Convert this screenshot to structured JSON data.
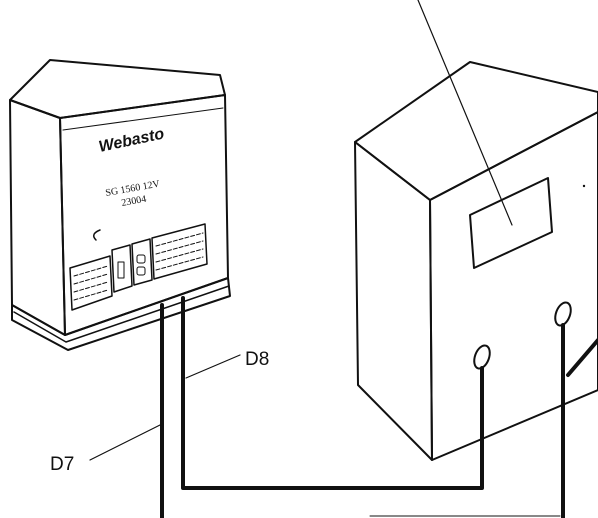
{
  "diagram": {
    "control_unit": {
      "brand": "Webasto",
      "model_line": "SG 1560 12V",
      "part_number": "23004"
    },
    "labels": {
      "d8": "D8",
      "d7": "D7"
    }
  }
}
